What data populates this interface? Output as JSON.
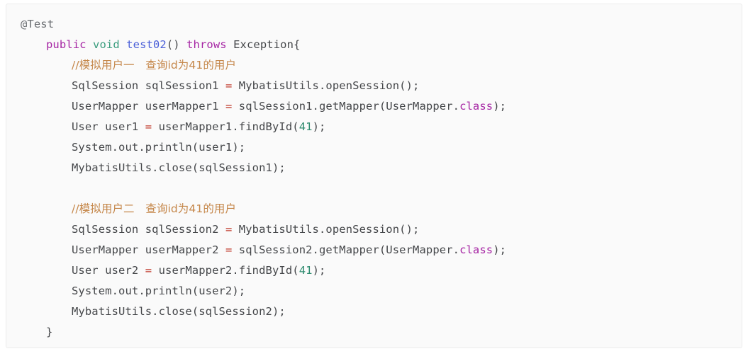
{
  "panel": {
    "language": "java",
    "background": "#fafafa",
    "border_color": "#ececec"
  },
  "theme": {
    "plain": "#45474a",
    "keyword": "#a626a4",
    "type": "#3a9d7e",
    "method": "#4a5fd8",
    "comment": "#c5874a",
    "number": "#2e8b6f",
    "operator": "#c0392b",
    "annotation": "#6b6e72"
  },
  "code": {
    "lines": [
      {
        "indent": 0,
        "tokens": [
          {
            "t": "@Test",
            "c": "annot"
          }
        ]
      },
      {
        "indent": 1,
        "tokens": [
          {
            "t": "public",
            "c": "keyword"
          },
          {
            "t": " ",
            "c": "plain"
          },
          {
            "t": "void",
            "c": "type"
          },
          {
            "t": " ",
            "c": "plain"
          },
          {
            "t": "test02",
            "c": "method"
          },
          {
            "t": "() ",
            "c": "plain"
          },
          {
            "t": "throws",
            "c": "keyword"
          },
          {
            "t": " Exception{",
            "c": "plain"
          }
        ]
      },
      {
        "indent": 2,
        "tokens": [
          {
            "t": "//模拟用户一　查询id为41的用户",
            "c": "comment"
          }
        ]
      },
      {
        "indent": 2,
        "tokens": [
          {
            "t": "SqlSession sqlSession1 ",
            "c": "plain"
          },
          {
            "t": "=",
            "c": "operator"
          },
          {
            "t": " MybatisUtils.openSession();",
            "c": "plain"
          }
        ]
      },
      {
        "indent": 2,
        "tokens": [
          {
            "t": "UserMapper userMapper1 ",
            "c": "plain"
          },
          {
            "t": "=",
            "c": "operator"
          },
          {
            "t": " sqlSession1.getMapper(UserMapper.",
            "c": "plain"
          },
          {
            "t": "class",
            "c": "keyword"
          },
          {
            "t": ");",
            "c": "plain"
          }
        ]
      },
      {
        "indent": 2,
        "tokens": [
          {
            "t": "User user1 ",
            "c": "plain"
          },
          {
            "t": "=",
            "c": "operator"
          },
          {
            "t": " userMapper1.findById(",
            "c": "plain"
          },
          {
            "t": "41",
            "c": "number"
          },
          {
            "t": ");",
            "c": "plain"
          }
        ]
      },
      {
        "indent": 2,
        "tokens": [
          {
            "t": "System.out.println(user1);",
            "c": "plain"
          }
        ]
      },
      {
        "indent": 2,
        "tokens": [
          {
            "t": "MybatisUtils.close(sqlSession1);",
            "c": "plain"
          }
        ]
      },
      {
        "indent": 0,
        "blank": true,
        "tokens": []
      },
      {
        "indent": 2,
        "tokens": [
          {
            "t": "//模拟用户二　查询id为41的用户",
            "c": "comment"
          }
        ]
      },
      {
        "indent": 2,
        "tokens": [
          {
            "t": "SqlSession sqlSession2 ",
            "c": "plain"
          },
          {
            "t": "=",
            "c": "operator"
          },
          {
            "t": " MybatisUtils.openSession();",
            "c": "plain"
          }
        ]
      },
      {
        "indent": 2,
        "tokens": [
          {
            "t": "UserMapper userMapper2 ",
            "c": "plain"
          },
          {
            "t": "=",
            "c": "operator"
          },
          {
            "t": " sqlSession2.getMapper(UserMapper.",
            "c": "plain"
          },
          {
            "t": "class",
            "c": "keyword"
          },
          {
            "t": ");",
            "c": "plain"
          }
        ]
      },
      {
        "indent": 2,
        "tokens": [
          {
            "t": "User user2 ",
            "c": "plain"
          },
          {
            "t": "=",
            "c": "operator"
          },
          {
            "t": " userMapper2.findById(",
            "c": "plain"
          },
          {
            "t": "41",
            "c": "number"
          },
          {
            "t": ");",
            "c": "plain"
          }
        ]
      },
      {
        "indent": 2,
        "tokens": [
          {
            "t": "System.out.println(user2);",
            "c": "plain"
          }
        ]
      },
      {
        "indent": 2,
        "tokens": [
          {
            "t": "MybatisUtils.close(sqlSession2);",
            "c": "plain"
          }
        ]
      },
      {
        "indent": 1,
        "tokens": [
          {
            "t": "}",
            "c": "plain"
          }
        ]
      }
    ]
  }
}
